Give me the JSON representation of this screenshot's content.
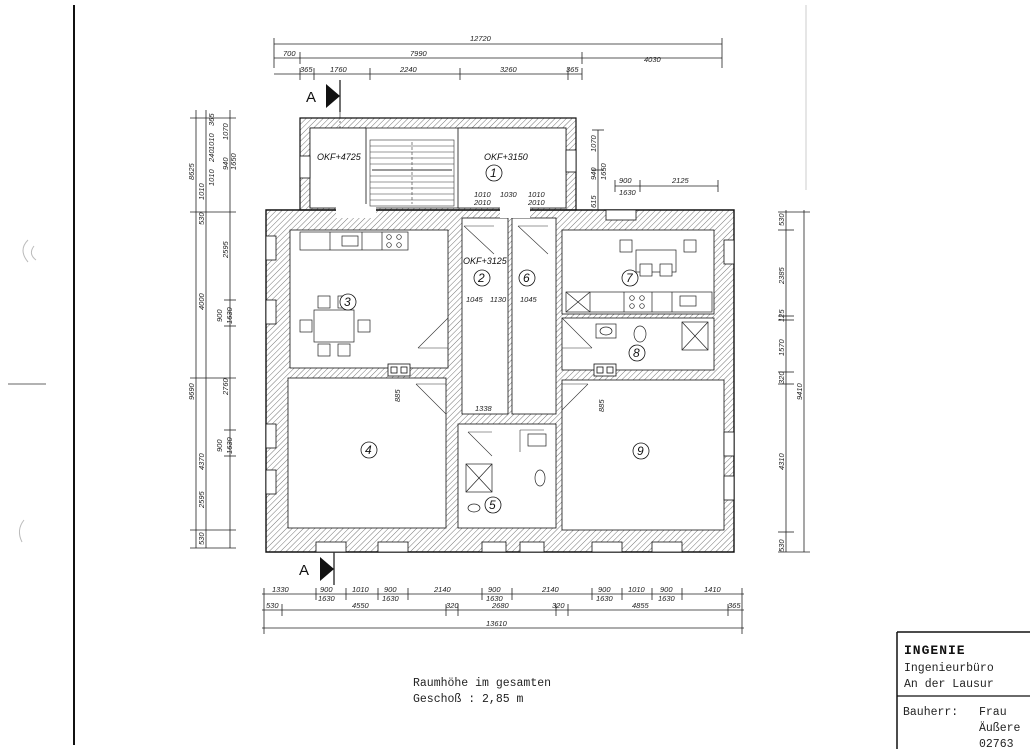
{
  "plan": {
    "overall_width": "12720",
    "top_segments": [
      "700",
      "7990",
      "4030"
    ],
    "stair_segments": [
      "365",
      "1760",
      "2240",
      "3260",
      "365"
    ],
    "east_top": [
      "900",
      "1630",
      "2125"
    ],
    "bottom_row1": [
      "1330",
      "900",
      "1630",
      "1010",
      "900",
      "1630",
      "2140",
      "900",
      "1630",
      "2140",
      "900",
      "1630",
      "1010",
      "900",
      "1630",
      "1410"
    ],
    "bottom_row2": [
      "530",
      "4550",
      "320",
      "2680",
      "320",
      "4855",
      "365"
    ],
    "bottom_total": "13610",
    "left_outer": [
      "8625",
      "9690",
      "4370"
    ],
    "left_inner": [
      "530",
      "1010",
      "2595",
      "4000",
      "2760",
      "2595",
      "530"
    ],
    "left_windows": [
      "900",
      "1630",
      "900",
      "1630"
    ],
    "left_top_small": [
      "365",
      "1010",
      "240",
      "1010",
      "1650",
      "940",
      "1070"
    ],
    "right_dims": [
      "530",
      "2385",
      "125",
      "1570",
      "320",
      "4310",
      "530"
    ],
    "right_total": "9410",
    "right_top_small": [
      "1070",
      "940",
      "1650",
      "615"
    ],
    "levels": [
      "OKF+4725",
      "OKF+3150",
      "OKF+3125"
    ],
    "rooms": [
      "1",
      "2",
      "3",
      "4",
      "5",
      "6",
      "7",
      "8",
      "9"
    ],
    "section_mark": "A",
    "interior_dims": [
      "1010",
      "2010",
      "1030",
      "1010",
      "2010",
      "1045",
      "1130",
      "1045",
      "1338",
      "885",
      "885"
    ]
  },
  "note": {
    "line1": "Raumhöhe im gesamten",
    "line2": "Geschoß : 2,85 m"
  },
  "title_block": {
    "heading": "INGENIE",
    "line1": "Ingenieurbüro",
    "line2": "An der Lausur",
    "bauherr_label": "Bauherr:",
    "bauherr_value": "Frau",
    "addr1": "Äußere",
    "addr2": "02763"
  }
}
